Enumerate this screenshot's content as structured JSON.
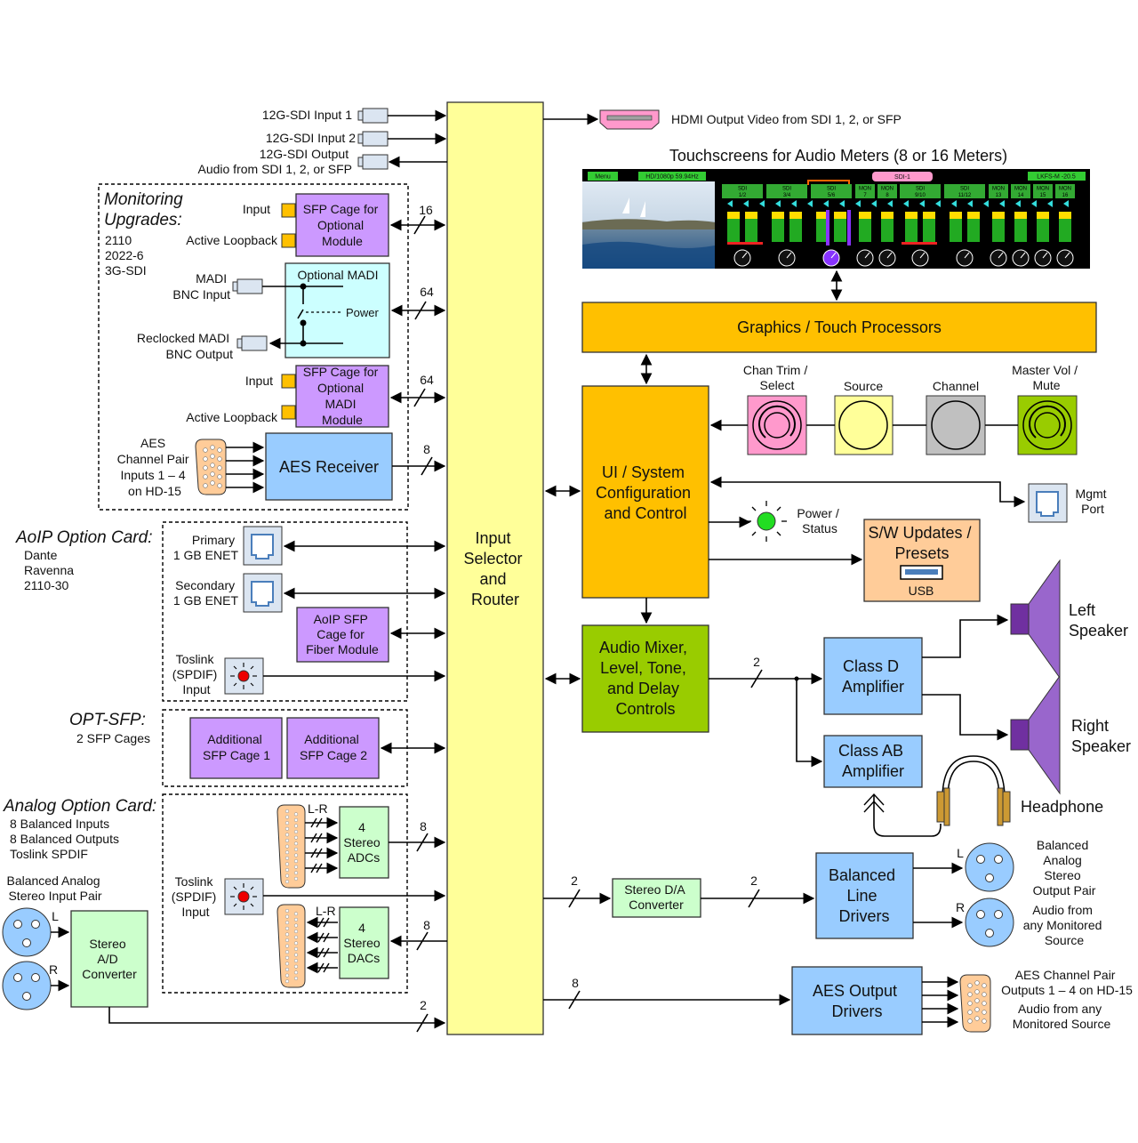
{
  "colors": {
    "router": "#ffff99",
    "orange": "#ffc000",
    "purple": "#cc99ff",
    "blue": "#99ccff",
    "green": "#99cc00",
    "light_green": "#ccffcc",
    "cyan": "#ccffff",
    "peach": "#ffcc99",
    "pink_knob": "#ff99cc",
    "yellow_knob": "#ffff99",
    "gray_knob": "#c0c0c0",
    "speaker": "#7030a0"
  },
  "top": {
    "sdi_in1": "12G-SDI Input 1",
    "sdi_in2": "12G-SDI Input 2",
    "sdi_out_l1": "12G-SDI Output",
    "sdi_out_l2": "Audio from SDI 1, 2, or SFP",
    "hdmi": "HDMI Output Video from SDI 1, 2, or SFP",
    "touch_title": "Touchscreens for Audio Meters (8 or 16 Meters)"
  },
  "screen": {
    "menu": "Menu",
    "format": "HD/1080p 59.94Hz",
    "source": "SDI-1",
    "loudness": "LKFS-M  -20.5",
    "groups": [
      "SDI",
      "SDI",
      "SDI",
      "MON",
      "MON",
      "SDI",
      "SDI",
      "MON",
      "MON",
      "MON",
      "MON"
    ],
    "channels": [
      "1/2",
      "3/4",
      "5/6",
      "7",
      "8",
      "9/10",
      "11/12",
      "13",
      "14",
      "15",
      "16"
    ],
    "scale": [
      "-10",
      "-20",
      "-30",
      "-40",
      "-50",
      "-60"
    ]
  },
  "monitoring": {
    "title_l1": "Monitoring",
    "title_l2": "Upgrades:",
    "items": [
      "2110",
      "2022-6",
      "3G-SDI"
    ],
    "sfp1_input": "Input",
    "sfp1_loop": "Active Loopback",
    "sfp1_box": [
      "SFP Cage for",
      "Optional",
      "Module"
    ],
    "sfp1_count": "16",
    "madi_in_l1": "MADI",
    "madi_in_l2": "BNC Input",
    "madi_box": "Optional MADI",
    "madi_power": "Power",
    "madi_out_l1": "Reclocked MADI",
    "madi_out_l2": "BNC Output",
    "madi_count": "64",
    "sfp2_input": "Input",
    "sfp2_loop": "Active Loopback",
    "sfp2_box": [
      "SFP Cage for",
      "Optional",
      "MADI",
      "Module"
    ],
    "sfp2_count": "64",
    "aes_label": [
      "AES",
      "Channel Pair",
      "Inputs 1 – 4",
      "on HD-15"
    ],
    "aes_box": "AES Receiver",
    "aes_count": "8"
  },
  "aoip": {
    "title": "AoIP Option Card:",
    "items": [
      "Dante",
      "Ravenna",
      "2110-30"
    ],
    "primary": [
      "Primary",
      "1 GB ENET"
    ],
    "secondary": [
      "Secondary",
      "1 GB ENET"
    ],
    "sfp_box": [
      "AoIP SFP",
      "Cage for",
      "Fiber Module"
    ],
    "toslink": [
      "Toslink",
      "(SPDIF)",
      "Input"
    ]
  },
  "opt_sfp": {
    "title": "OPT-SFP:",
    "sub": "2 SFP Cages",
    "cage1": [
      "Additional",
      "SFP Cage 1"
    ],
    "cage2": [
      "Additional",
      "SFP Cage 2"
    ]
  },
  "analog": {
    "title": "Analog Option Card:",
    "items": [
      "8 Balanced Inputs",
      "8 Balanced Outputs",
      "Toslink SPDIF"
    ],
    "lr1": "L-R",
    "adc_box": [
      "4",
      "Stereo",
      "ADCs"
    ],
    "adc_count": "8",
    "toslink": [
      "Toslink",
      "(SPDIF)",
      "Input"
    ],
    "lr2": "L-R",
    "dac_box": [
      "4",
      "Stereo",
      "DACs"
    ],
    "dac_count": "8"
  },
  "balanced_in": {
    "label": [
      "Balanced Analog",
      "Stereo Input Pair"
    ],
    "l": "L",
    "r": "R",
    "ad_box": [
      "Stereo",
      "A/D",
      "Converter"
    ],
    "count": "2"
  },
  "router": {
    "label": [
      "Input",
      "Selector",
      "and",
      "Router"
    ]
  },
  "graphics": {
    "label": "Graphics / Touch Processors"
  },
  "controls": {
    "trim": [
      "Chan Trim /",
      "Select"
    ],
    "source": "Source",
    "channel": "Channel",
    "master": [
      "Master Vol /",
      "Mute"
    ]
  },
  "ui": {
    "box": [
      "UI / System",
      "Configuration",
      "and Control"
    ],
    "mgmt": [
      "Mgmt",
      "Port"
    ],
    "power": [
      "Power /",
      "Status"
    ],
    "updates": [
      "S/W Updates /",
      "Presets"
    ],
    "usb": "USB"
  },
  "mixer": {
    "box": [
      "Audio Mixer,",
      "Level, Tone,",
      "and Delay",
      "Controls"
    ],
    "count": "2",
    "class_d": [
      "Class D",
      "Amplifier"
    ],
    "class_ab": [
      "Class AB",
      "Amplifier"
    ],
    "left_spk": [
      "Left",
      "Speaker"
    ],
    "right_spk": [
      "Right",
      "Speaker"
    ],
    "headphone": "Headphone"
  },
  "analog_out": {
    "count_a": "2",
    "da_box": [
      "Stereo D/A",
      "Converter"
    ],
    "count_b": "2",
    "drivers": [
      "Balanced",
      "Line",
      "Drivers"
    ],
    "l": "L",
    "r": "R",
    "label1": [
      "Balanced",
      "Analog",
      "Stereo",
      "Output Pair"
    ],
    "label2": [
      "Audio from",
      "any Monitored",
      "Source"
    ]
  },
  "aes_out": {
    "count": "8",
    "box": [
      "AES Output",
      "Drivers"
    ],
    "label1": [
      "AES Channel Pair",
      "Outputs 1 – 4  on HD-15"
    ],
    "label2": [
      "Audio from any",
      "Monitored Source"
    ]
  }
}
